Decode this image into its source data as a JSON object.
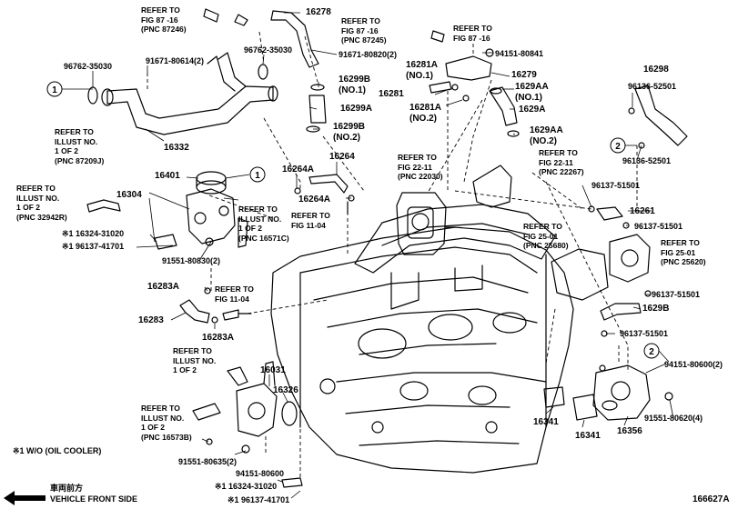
{
  "diagram_id": "166627A",
  "legend": {
    "note": "※1 W/O (OIL COOLER)",
    "front_jp": "車両前方",
    "front_en": "VEHICLE FRONT SIDE"
  },
  "callouts": {
    "one": "1",
    "two": "2"
  },
  "labels": [
    {
      "id": "ref_87_16_a",
      "text": "REFER TO\nFIG 87 -16\n(PNC 87246)"
    },
    {
      "id": "p16278",
      "text": "16278"
    },
    {
      "id": "ref_87_16_b",
      "text": "REFER TO\nFIG 87 -16\n(PNC 87245)"
    },
    {
      "id": "ref_87_16_c",
      "text": "REFER TO\nFIG 87 -16"
    },
    {
      "id": "p96762_a",
      "text": "96762-35030"
    },
    {
      "id": "p96762_b",
      "text": "96762-35030"
    },
    {
      "id": "p91671_a",
      "text": "91671-80614(2)"
    },
    {
      "id": "p91671_b",
      "text": "91671-80820(2)"
    },
    {
      "id": "p94151_841",
      "text": "94151-80841"
    },
    {
      "id": "p16281a_no1",
      "text": "16281A\n(NO.1)"
    },
    {
      "id": "p16279",
      "text": "16279"
    },
    {
      "id": "p16299b_no1",
      "text": "16299B\n(NO.1)"
    },
    {
      "id": "p16281",
      "text": "16281"
    },
    {
      "id": "p1629aa_no1",
      "text": "1629AA\n(NO.1)"
    },
    {
      "id": "p16298",
      "text": "16298"
    },
    {
      "id": "p96136_a",
      "text": "96136-52501"
    },
    {
      "id": "p16299a",
      "text": "16299A"
    },
    {
      "id": "p16281a_no2",
      "text": "16281A\n(NO.2)"
    },
    {
      "id": "p1629a",
      "text": "1629A"
    },
    {
      "id": "ref_illust_87209",
      "text": "REFER TO\nILLUST NO.\n1 OF 2\n(PNC 87209J)"
    },
    {
      "id": "p16299b_no2",
      "text": "16299B\n(NO.2)"
    },
    {
      "id": "p1629aa_no2",
      "text": "1629AA\n(NO.2)"
    },
    {
      "id": "p16332",
      "text": "16332"
    },
    {
      "id": "ref_22_11_a",
      "text": "REFER TO\nFIG 22-11\n(PNC 22030)"
    },
    {
      "id": "ref_22_11_b",
      "text": "REFER TO\nFIG 22-11\n(PNC 22267)"
    },
    {
      "id": "p96136_b",
      "text": "96136-52501"
    },
    {
      "id": "p16264",
      "text": "16264"
    },
    {
      "id": "p16401",
      "text": "16401"
    },
    {
      "id": "p16264a_a",
      "text": "16264A"
    },
    {
      "id": "ref_illust_32942",
      "text": "REFER TO\nILLUST NO.\n1 OF 2\n(PNC 32942R)"
    },
    {
      "id": "p16304",
      "text": "16304"
    },
    {
      "id": "p16264a_b",
      "text": "16264A"
    },
    {
      "id": "p96137_a",
      "text": "96137-51501"
    },
    {
      "id": "p16261",
      "text": "16261"
    },
    {
      "id": "ref_illust_16571",
      "text": "REFER TO\nILLUST NO.\n1 OF 2\n(PNC 16571C)"
    },
    {
      "id": "ref_11_04_a",
      "text": "REFER TO\nFIG 11-04"
    },
    {
      "id": "p96137_b",
      "text": "96137-51501"
    },
    {
      "id": "p16324_a",
      "text": "※1 16324-31020"
    },
    {
      "id": "ref_25_01_a",
      "text": "REFER TO\nFIG 25-01\n(PNC 25680)"
    },
    {
      "id": "p96137_41701_a",
      "text": "※1 96137-41701"
    },
    {
      "id": "ref_25_01_b",
      "text": "REFER TO\nFIG 25-01\n(PNC 25620)"
    },
    {
      "id": "p91551_830",
      "text": "91551-80830(2)"
    },
    {
      "id": "p16283a_a",
      "text": "16283A"
    },
    {
      "id": "ref_11_04_b",
      "text": "REFER TO\nFIG 11-04"
    },
    {
      "id": "p96137_c",
      "text": "96137-51501"
    },
    {
      "id": "p1629b",
      "text": "1629B"
    },
    {
      "id": "p16283",
      "text": "16283"
    },
    {
      "id": "p16283a_b",
      "text": "16283A"
    },
    {
      "id": "p96137_d",
      "text": "96137-51501"
    },
    {
      "id": "ref_illust_1of2",
      "text": "REFER TO\nILLUST NO.\n1 OF 2"
    },
    {
      "id": "p94151_600_2",
      "text": "94151-80600(2)"
    },
    {
      "id": "p16031",
      "text": "16031"
    },
    {
      "id": "p16326",
      "text": "16326"
    },
    {
      "id": "p16341_a",
      "text": "16341"
    },
    {
      "id": "p91551_620",
      "text": "91551-80620(4)"
    },
    {
      "id": "ref_illust_16573",
      "text": "REFER TO\nILLUST NO.\n1 OF 2\n(PNC 16573B)"
    },
    {
      "id": "p16341_b",
      "text": "16341"
    },
    {
      "id": "p16356",
      "text": "16356"
    },
    {
      "id": "p91551_635",
      "text": "91551-80635(2)"
    },
    {
      "id": "p94151_600",
      "text": "94151-80600"
    },
    {
      "id": "p16324_b",
      "text": "※1 16324-31020"
    },
    {
      "id": "p96137_41701_b",
      "text": "※1 96137-41701"
    }
  ]
}
